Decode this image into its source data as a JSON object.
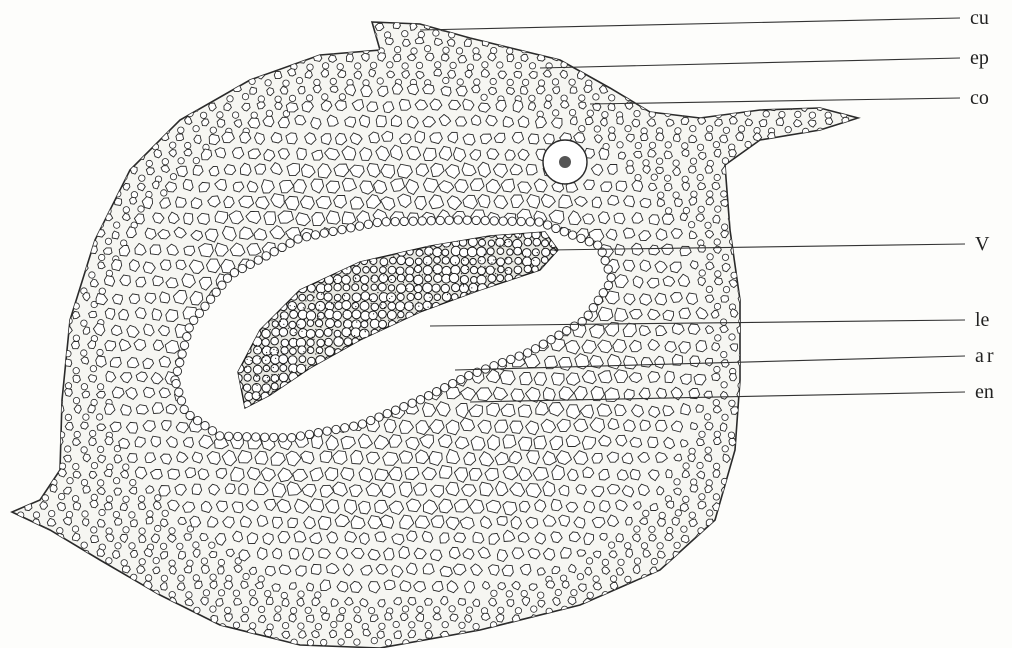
{
  "diagram": {
    "labels": {
      "cu": "cu",
      "ep": "ep",
      "co": "co",
      "V": "V",
      "le": "le",
      "ar": "ar",
      "en": "en"
    },
    "colors": {
      "ink": "#2a2a2a",
      "cell_fill": "#ffffff",
      "tissue_fill": "#f6f6f2",
      "vascular_ink": "#1c1c1c",
      "background": "#fdfdfb"
    }
  }
}
